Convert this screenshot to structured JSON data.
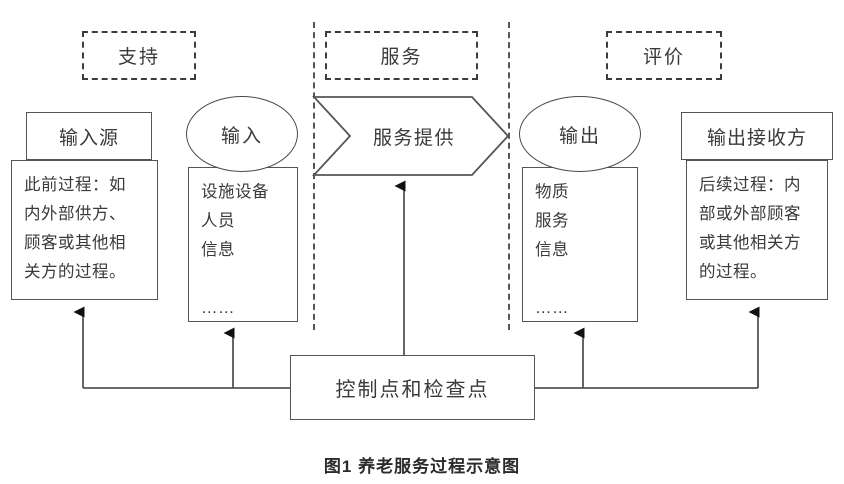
{
  "figure": {
    "caption": "图1  养老服务过程示意图",
    "stroke_color": "#555555",
    "text_color": "#3a3a3a",
    "background": "#ffffff"
  },
  "phase_tags": [
    {
      "label": "支持"
    },
    {
      "label": "服务"
    },
    {
      "label": "评价"
    }
  ],
  "columns": {
    "input_source": {
      "title": "输入源",
      "body": "此前过程：如\n内外部供方、\n顾客或其他相\n关方的过程。"
    },
    "input": {
      "title": "输入",
      "body": "设施设备\n人员\n信息\n\n……"
    },
    "service_delivery": {
      "title": "服务提供"
    },
    "output": {
      "title": "输出",
      "body": "物质\n服务\n信息\n\n……"
    },
    "output_receiver": {
      "title": "输出接收方",
      "body": "后续过程：内\n部或外部顾客\n或其他相关方\n的过程。"
    }
  },
  "control": {
    "label": "控制点和检查点"
  }
}
